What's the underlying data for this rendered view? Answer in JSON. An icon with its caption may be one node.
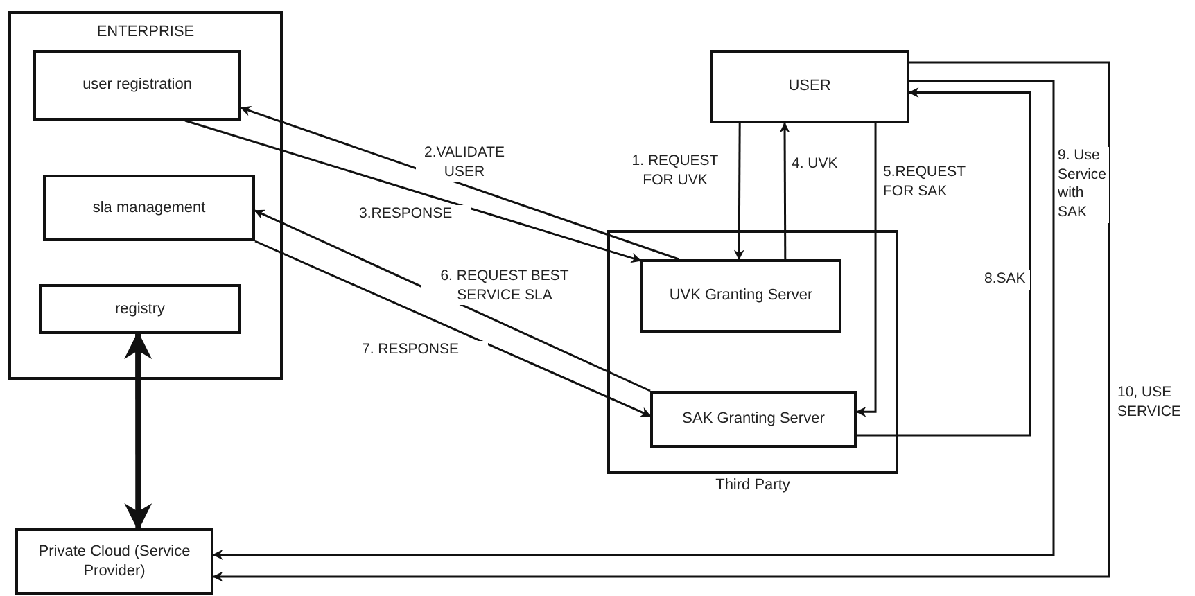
{
  "diagram": {
    "nodes": [
      {
        "text": [
          "ENTERPRISE"
        ]
      },
      {
        "text": [
          "user registration"
        ],
        "in": 0
      },
      {
        "text": [
          "sla management"
        ],
        "in": 0
      },
      {
        "text": [
          "registry"
        ],
        "in": 0
      },
      {
        "text": [
          "USER"
        ]
      },
      {
        "text": [
          "Third Party"
        ]
      },
      {
        "text": [
          "UVK Granting Server"
        ],
        "in": 5
      },
      {
        "text": [
          "SAK Granting Server"
        ],
        "in": 5
      },
      {
        "text": [
          "Private Cloud (Service Provider)"
        ]
      }
    ],
    "edges": [
      {
        "from": 4,
        "to": 6,
        "arrow": "to",
        "label": "1. REQUEST FOR UVK"
      },
      {
        "from": 6,
        "to": 4,
        "arrow": "to",
        "label": "4. UVK"
      },
      {
        "from": 6,
        "to": 1,
        "arrow": "to",
        "label": "2.VALIDATE USER"
      },
      {
        "from": 1,
        "to": 6,
        "arrow": "to",
        "label": "3.RESPONSE"
      },
      {
        "from": 7,
        "to": 2,
        "arrow": "to",
        "label": "6. REQUEST BEST SERVICE SLA"
      },
      {
        "from": 2,
        "to": 7,
        "arrow": "to",
        "label": "7. RESPONSE"
      },
      {
        "from": 4,
        "to": 7,
        "arrow": "to",
        "label": "5.REQUEST FOR SAK"
      },
      {
        "from": 7,
        "to": 4,
        "arrow": "to",
        "label": "8.SAK"
      },
      {
        "from": 4,
        "to": 8,
        "arrow": "to",
        "label": "9. Use Service with SAK"
      },
      {
        "from": 4,
        "to": 8,
        "arrow": "to",
        "label": "10, USE SERVICE"
      },
      {
        "from": 3,
        "to": 8,
        "arrow": "both",
        "style": "thick"
      }
    ]
  }
}
